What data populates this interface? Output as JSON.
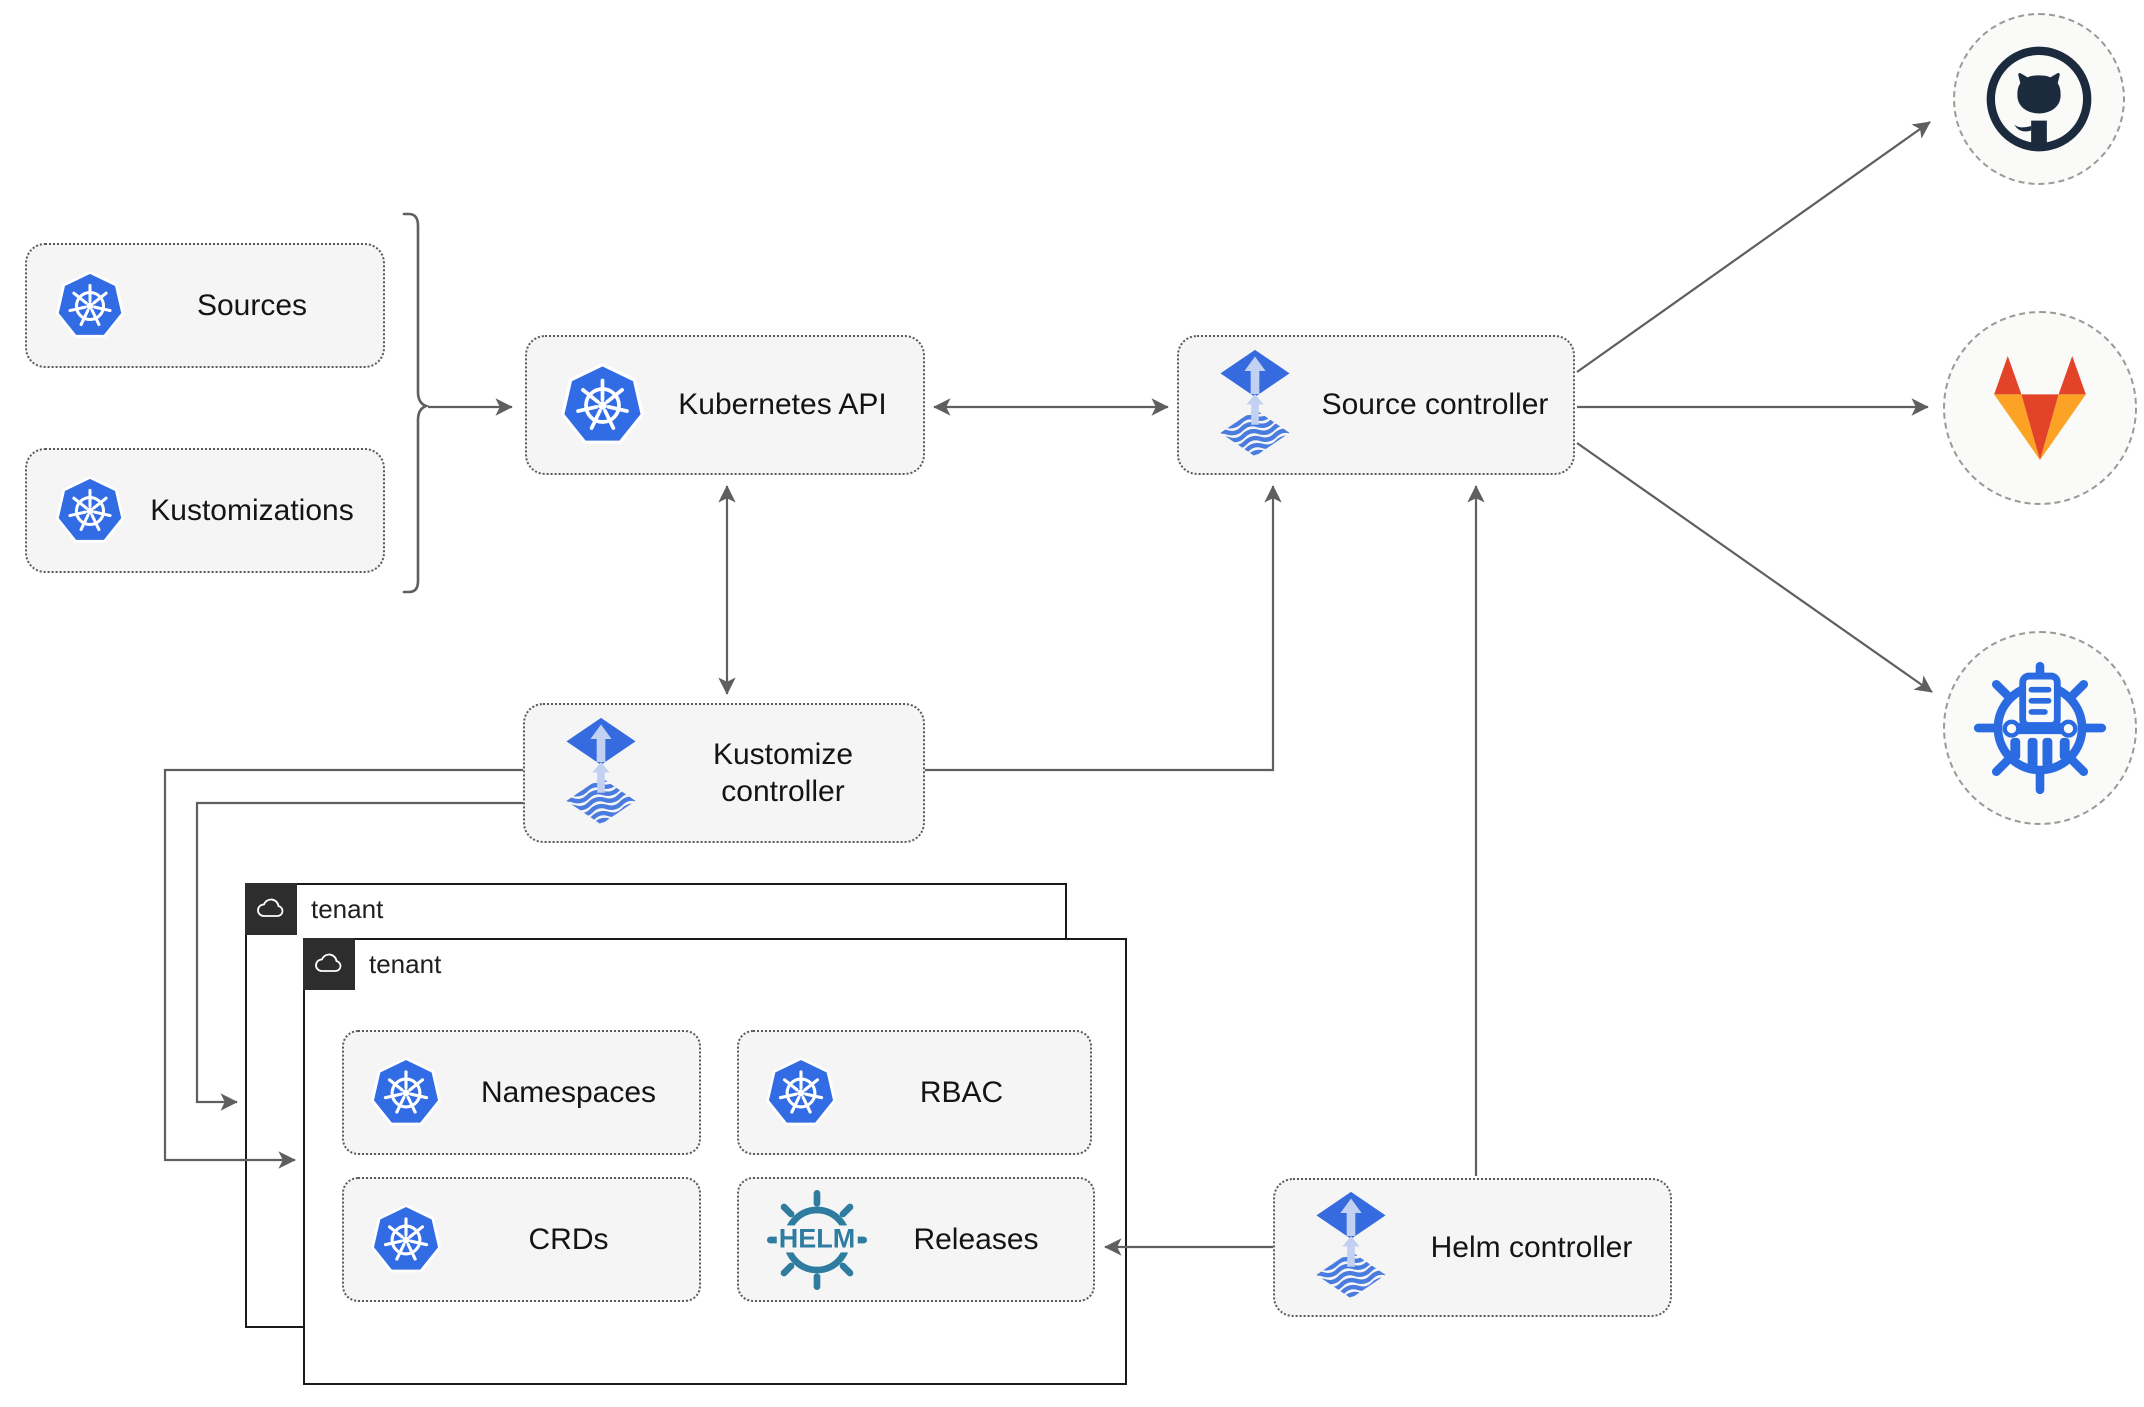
{
  "nodes": {
    "sources": {
      "label": "Sources",
      "icon": "kubernetes-icon"
    },
    "kustomizations": {
      "label": "Kustomizations",
      "icon": "kubernetes-icon"
    },
    "kubernetes_api": {
      "label": "Kubernetes API",
      "icon": "kubernetes-icon"
    },
    "source_controller": {
      "label": "Source controller",
      "icon": "flux-icon"
    },
    "kustomize_controller": {
      "label": "Kustomize controller",
      "icon": "flux-icon"
    },
    "helm_controller": {
      "label": "Helm controller",
      "icon": "flux-icon"
    },
    "tenant_back": {
      "label": "tenant",
      "icon": "cloud-icon"
    },
    "tenant_front": {
      "label": "tenant",
      "icon": "cloud-icon"
    },
    "namespaces": {
      "label": "Namespaces",
      "icon": "kubernetes-icon"
    },
    "rbac": {
      "label": "RBAC",
      "icon": "kubernetes-icon"
    },
    "crds": {
      "label": "CRDs",
      "icon": "kubernetes-icon"
    },
    "releases": {
      "label": "Releases",
      "icon": "helm-wheel-icon",
      "logo_text": "HELM"
    }
  },
  "endpoints": {
    "github": {
      "icon": "github-icon"
    },
    "gitlab": {
      "icon": "gitlab-icon"
    },
    "chart_repository": {
      "icon": "chartmuseum-icon"
    }
  },
  "connections": [
    {
      "from": "sources_and_kustomizations",
      "to": "kubernetes_api",
      "style": "arrow"
    },
    {
      "from": "kubernetes_api",
      "to": "source_controller",
      "style": "bidirectional"
    },
    {
      "from": "kubernetes_api",
      "to": "kustomize_controller",
      "style": "bidirectional"
    },
    {
      "from": "kustomize_controller",
      "to": "source_controller",
      "style": "arrow"
    },
    {
      "from": "kustomize_controller",
      "to": "tenant_front",
      "style": "arrow"
    },
    {
      "from": "kustomize_controller",
      "to": "tenant_back",
      "style": "arrow"
    },
    {
      "from": "helm_controller",
      "to": "source_controller",
      "style": "arrow"
    },
    {
      "from": "helm_controller",
      "to": "releases",
      "style": "arrow"
    },
    {
      "from": "source_controller",
      "to": "github",
      "style": "arrow"
    },
    {
      "from": "source_controller",
      "to": "gitlab",
      "style": "arrow"
    },
    {
      "from": "source_controller",
      "to": "chart_repository",
      "style": "arrow"
    }
  ],
  "colors": {
    "kubernetes_blue": "#326ce5",
    "flux_blue": "#366be0",
    "flux_light_arrow": "#c2d1f2",
    "helm_teal": "#2e7c9f",
    "chartmuseum_blue": "#2b6be2",
    "github_dark": "#1b2b3d",
    "gitlab_red": "#e24329",
    "gitlab_orange": "#fca326",
    "node_fill": "#f5f5f5",
    "connector_gray": "#5f5f5f",
    "tenant_header": "#2d2d2d"
  }
}
